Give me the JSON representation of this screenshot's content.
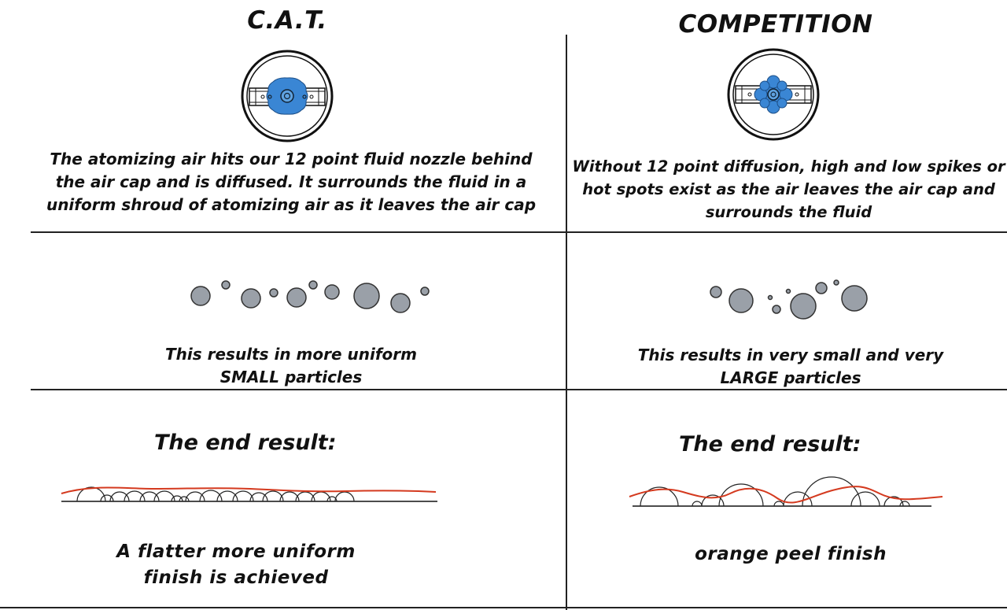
{
  "left": {
    "title": "C.A.T.",
    "caption_lines": [
      "The  atomizing air hits our 12 point fluid nozzle behind",
      "the air cap and is diffused.  It surrounds the fluid in a",
      "uniform shroud of atomizing air as it leaves the air cap"
    ],
    "particles_lines": [
      "This results in more  uniform",
      "SMALL particles"
    ],
    "end_heading": "The end result:",
    "outcome_lines": [
      "A flatter more uniform",
      "finish is achieved"
    ]
  },
  "right": {
    "title": "COMPETITION",
    "caption_lines": [
      "Without 12 point diffusion, high and low spikes or",
      "hot spots exist as the air leaves the air cap and",
      "surrounds the fluid"
    ],
    "particles_lines": [
      "This results in very small and very",
      "LARGE particles"
    ],
    "end_heading": "The end result:",
    "outcome_lines": [
      "orange peel finish"
    ]
  },
  "colors": {
    "nozzle_blue": "#3a86d4",
    "particle_gray": "#9aa0a8",
    "finish_line_red": "#d43a1f"
  },
  "icons": [
    "cat-air-cap-icon",
    "competition-air-cap-icon"
  ]
}
